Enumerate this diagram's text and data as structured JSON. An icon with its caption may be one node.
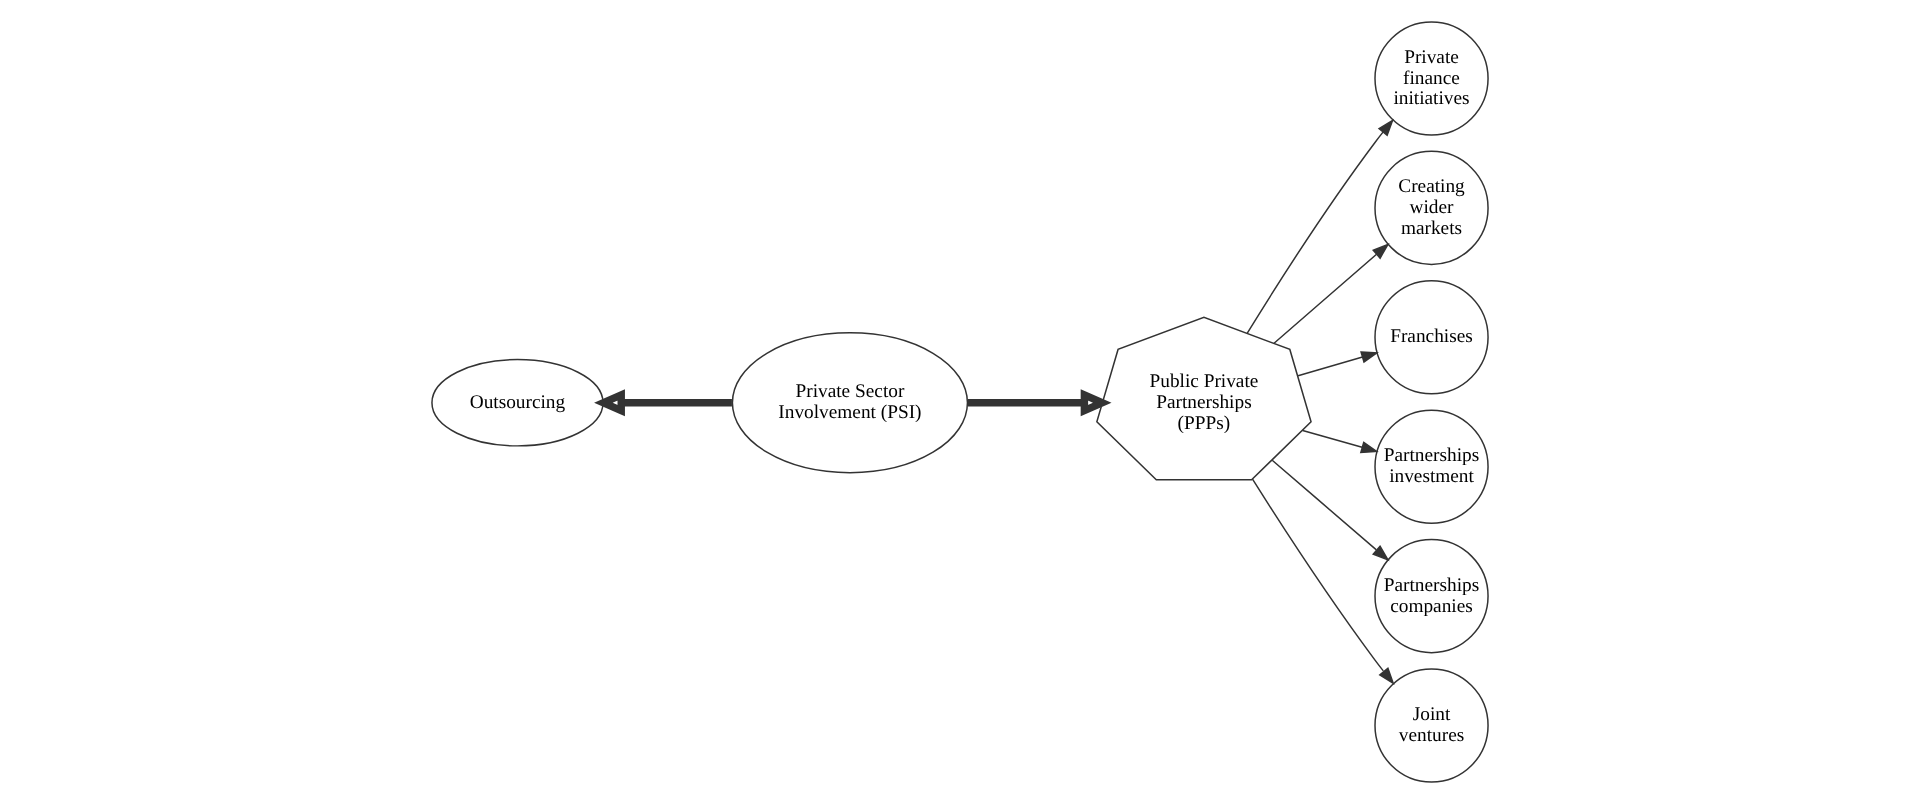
{
  "diagram": {
    "nodes": [
      {
        "text": [
          "Outsourcing"
        ]
      },
      {
        "text": [
          "Private Sector Involvement (PSI)"
        ]
      },
      {
        "text": [
          "Public Private Partnerships (PPPs)"
        ]
      },
      {
        "text": [
          "Private finance initiatives"
        ]
      },
      {
        "text": [
          "Creating wider markets"
        ]
      },
      {
        "text": [
          "Franchises"
        ]
      },
      {
        "text": [
          "Partnerships investment"
        ]
      },
      {
        "text": [
          "Partnerships companies"
        ]
      },
      {
        "text": [
          "Joint ventures"
        ]
      }
    ],
    "edges": [
      {
        "from": 1,
        "to": 0,
        "arrow": "to",
        "style": "thick"
      },
      {
        "from": 1,
        "to": 2,
        "arrow": "to",
        "style": "thick"
      },
      {
        "from": 2,
        "to": 3,
        "arrow": "to"
      },
      {
        "from": 2,
        "to": 4,
        "arrow": "to"
      },
      {
        "from": 2,
        "to": 5,
        "arrow": "to"
      },
      {
        "from": 2,
        "to": 6,
        "arrow": "to"
      },
      {
        "from": 2,
        "to": 7,
        "arrow": "to"
      },
      {
        "from": 2,
        "to": 8,
        "arrow": "to"
      }
    ]
  }
}
